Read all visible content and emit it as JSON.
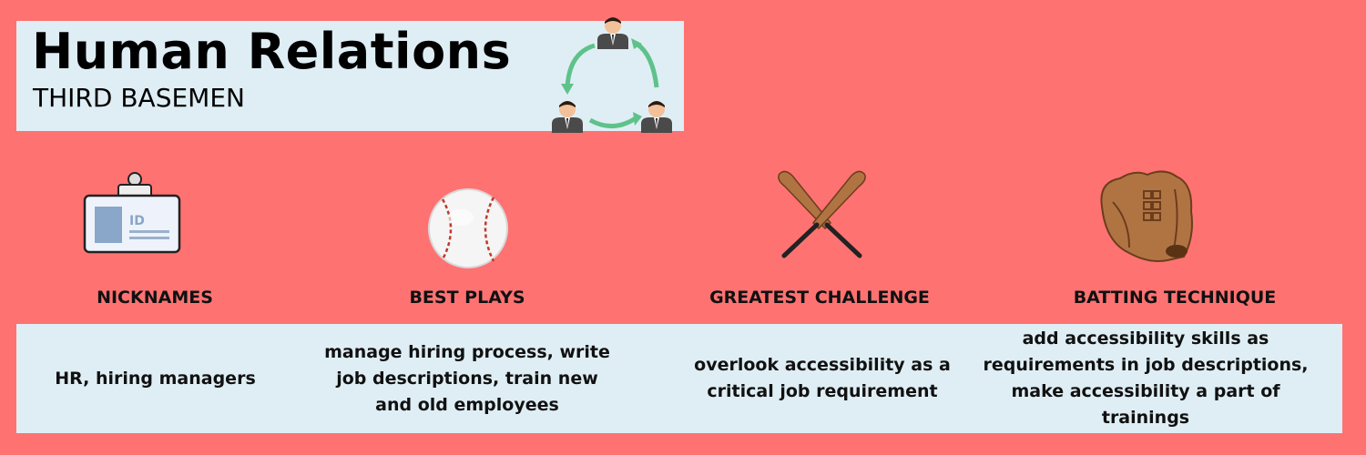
{
  "header": {
    "title": "Human Relations",
    "subtitle": "THIRD BASEMEN"
  },
  "columns": [
    {
      "icon": "id-badge-icon",
      "label": "NICKNAMES",
      "text": "HR, hiring managers"
    },
    {
      "icon": "baseball-icon",
      "label": "BEST PLAYS",
      "text": "manage hiring process, write job descriptions, train new and old employees"
    },
    {
      "icon": "crossed-bats-icon",
      "label": "GREATEST CHALLENGE",
      "text": "overlook accessibility as a critical job requirement"
    },
    {
      "icon": "baseball-glove-icon",
      "label": "BATTING TECHNIQUE",
      "text": "add accessibility skills as requirements in job descriptions, make accessibility a part of trainings"
    }
  ],
  "colors": {
    "background": "#ff7272",
    "panel": "#dfeef5",
    "text": "#111111"
  }
}
